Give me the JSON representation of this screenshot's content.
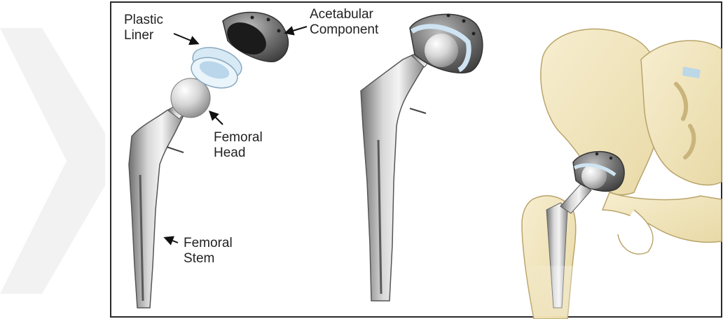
{
  "labels": {
    "plastic_liner": [
      "Plastic",
      "Liner"
    ],
    "acetabular_component": [
      "Acetabular",
      "Component"
    ],
    "femoral_head": [
      "Femoral",
      "Head"
    ],
    "femoral_stem": [
      "Femoral",
      "Stem"
    ]
  },
  "colors": {
    "frame": "#2a2a2a",
    "metal_dark": "#7d7d7d",
    "metal_light": "#e6e6e6",
    "cup_shell": "#555555",
    "cup_inner": "#1a1a1a",
    "liner": "#cfe4f2",
    "bone": "#f2e6bd",
    "bone_shade": "#d9c790",
    "watermark": "#f2f2f2"
  },
  "icons": [
    "arrow-icon"
  ]
}
